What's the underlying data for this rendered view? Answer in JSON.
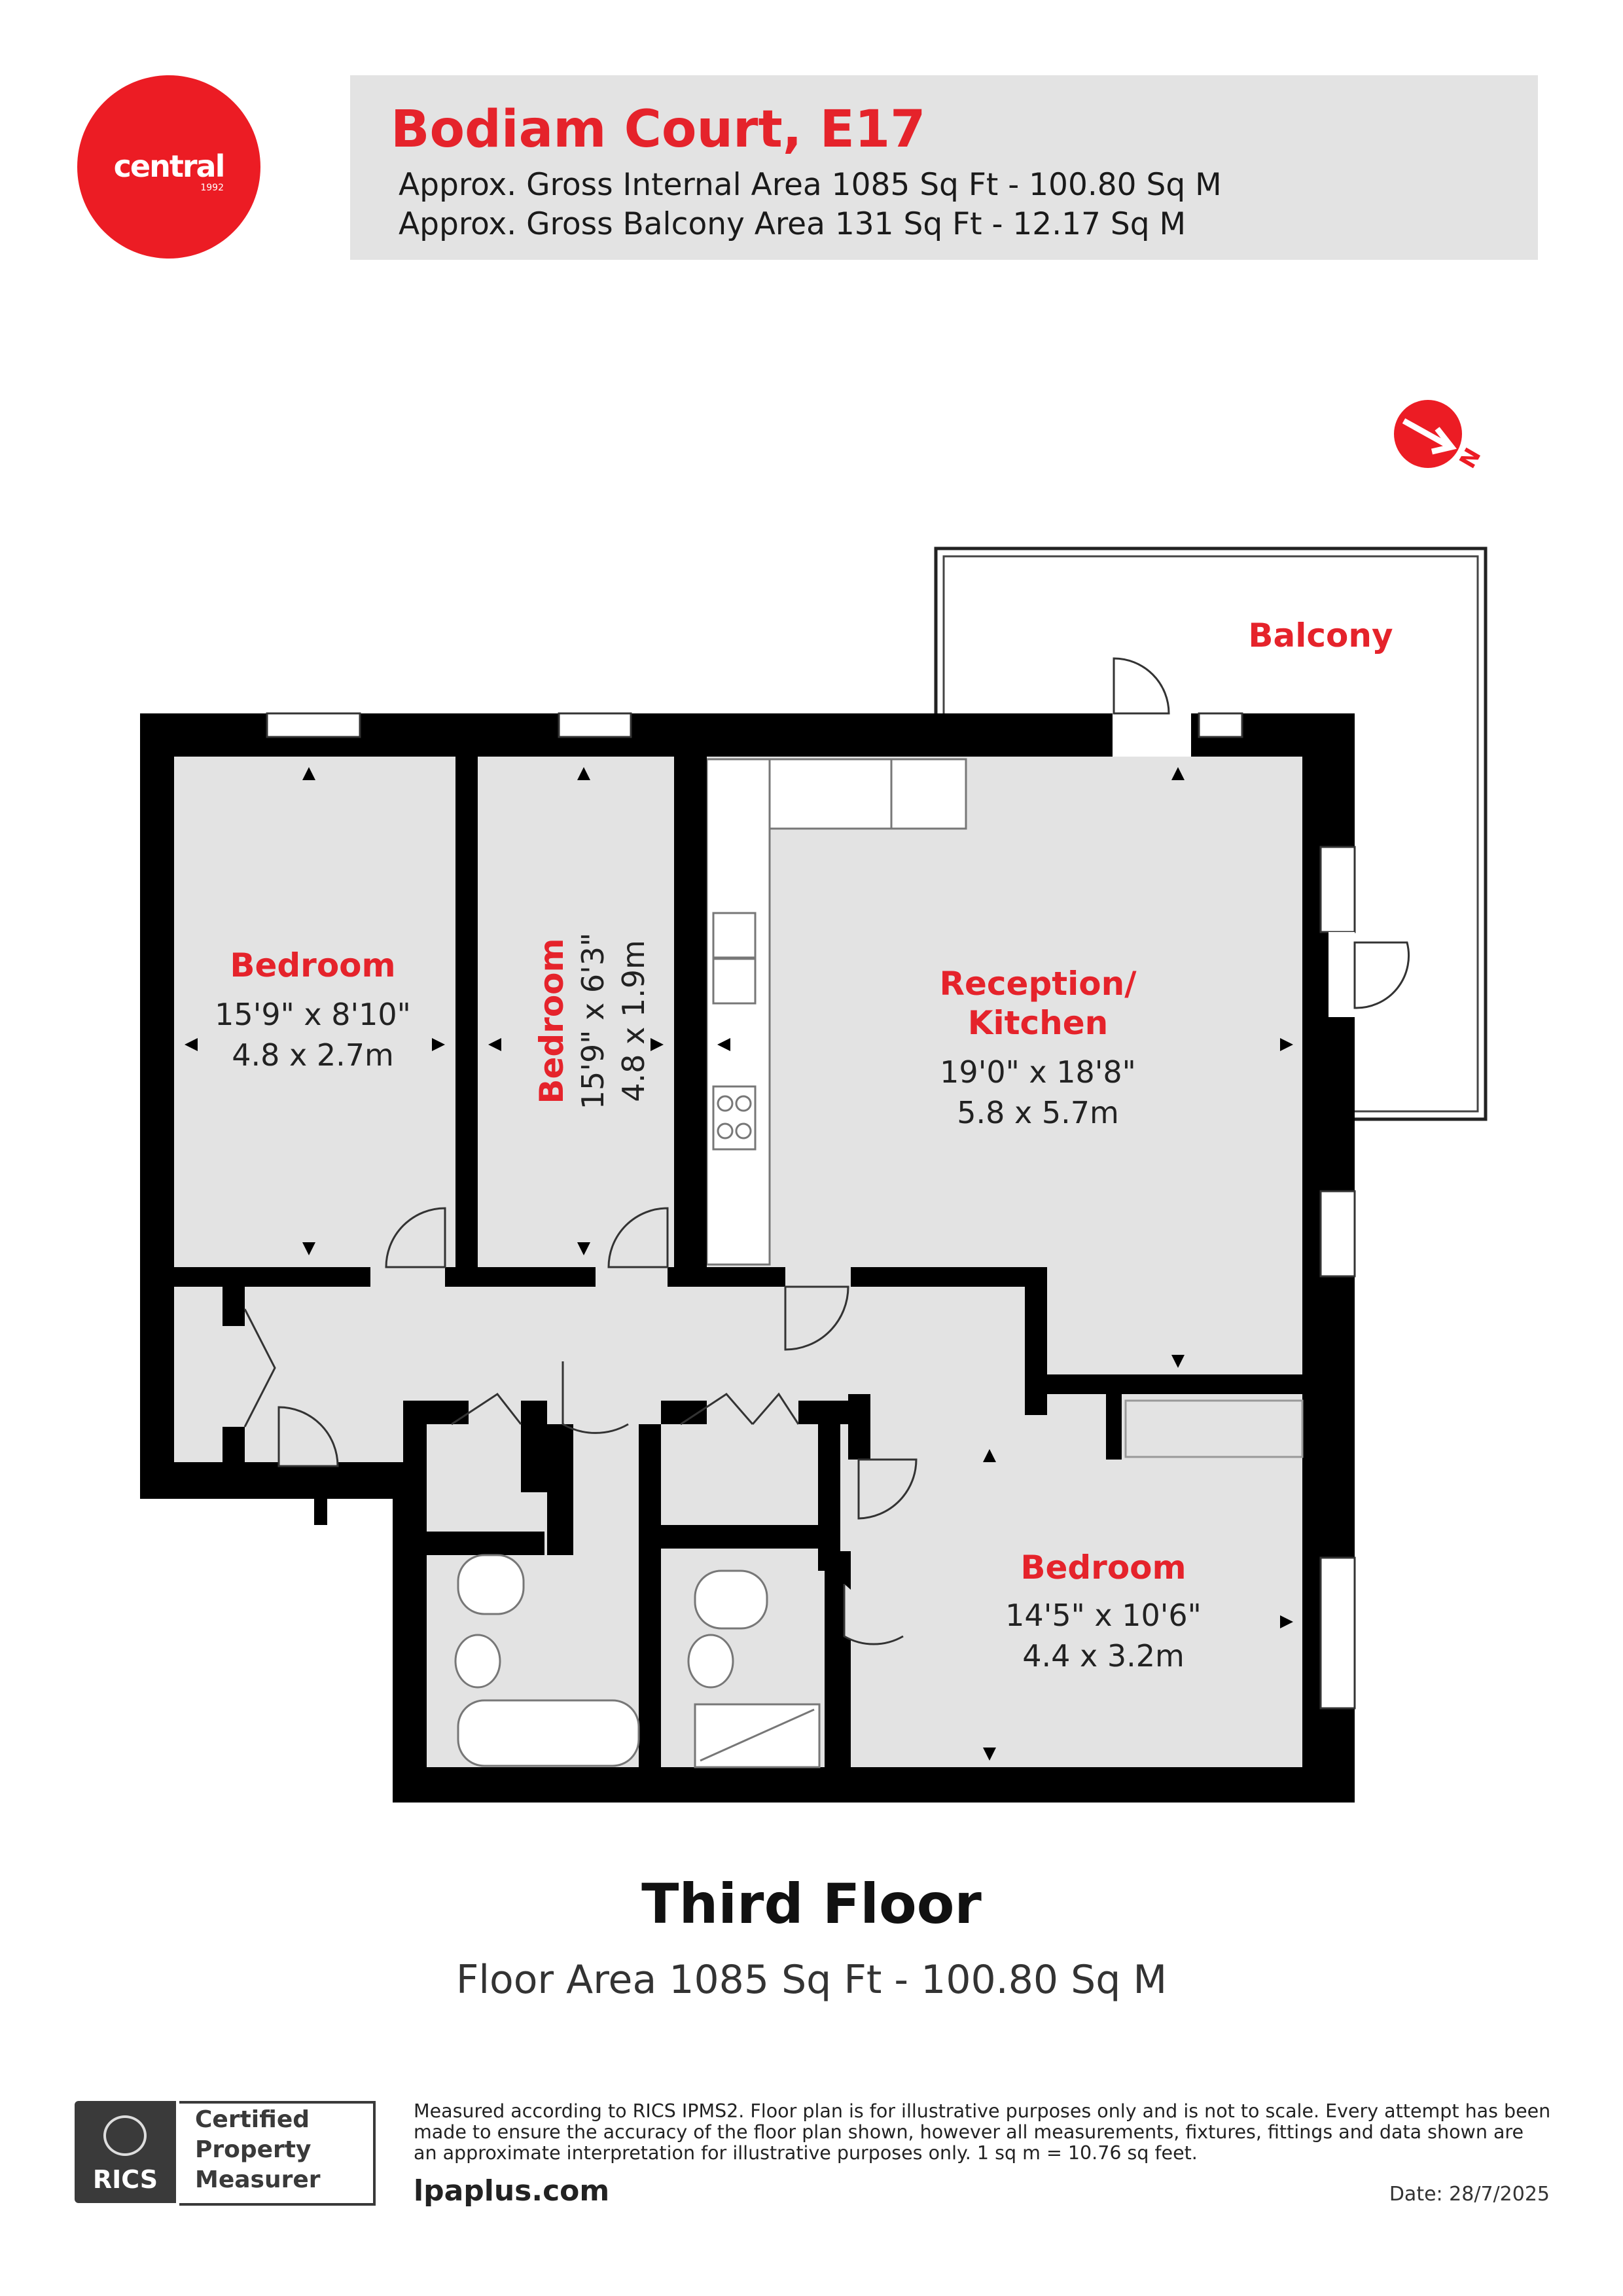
{
  "header": {
    "logo_text": "central",
    "logo_year": "1992",
    "property_title": "Bodiam Court, E17",
    "internal_area": "Approx. Gross Internal Area 1085 Sq Ft - 100.80 Sq M",
    "balcony_area": "Approx. Gross Balcony Area 131 Sq Ft - 12.17 Sq M"
  },
  "compass": {
    "label": "N"
  },
  "rooms": [
    {
      "name": "Bedroom",
      "imperial": "15'9\" x 8'10\"",
      "metric": "4.8 x 2.7m"
    },
    {
      "name": "Bedroom",
      "imperial": "15'9\" x 6'3\"",
      "metric": "4.8 x 1.9m"
    },
    {
      "name_line1": "Reception/",
      "name_line2": "Kitchen",
      "imperial": "19'0\" x 18'8\"",
      "metric": "5.8 x 5.7m"
    },
    {
      "name": "Bedroom",
      "imperial": "14'5\" x 10'6\"",
      "metric": "4.4 x 3.2m"
    },
    {
      "name": "Balcony"
    }
  ],
  "floor": {
    "title": "Third Floor",
    "area": "Floor Area 1085 Sq Ft - 100.80 Sq M"
  },
  "rics": {
    "word": "RICS",
    "line1": "Certified",
    "line2": "Property",
    "line3": "Measurer"
  },
  "footer": {
    "disclaimer": "Measured according to RICS IPMS2. Floor plan is for illustrative purposes only and is not to scale. Every attempt has been made to ensure the accuracy of the floor plan shown, however all measurements, fixtures, fittings and data shown are an approximate interpretation for illustrative purposes only. 1 sq m = 10.76 sq feet.",
    "website": "lpaplus.com",
    "date": "Date: 28/7/2025"
  },
  "colors": {
    "accent": "#e5232b",
    "wall": "#000000",
    "floor": "#e3e3e3"
  }
}
